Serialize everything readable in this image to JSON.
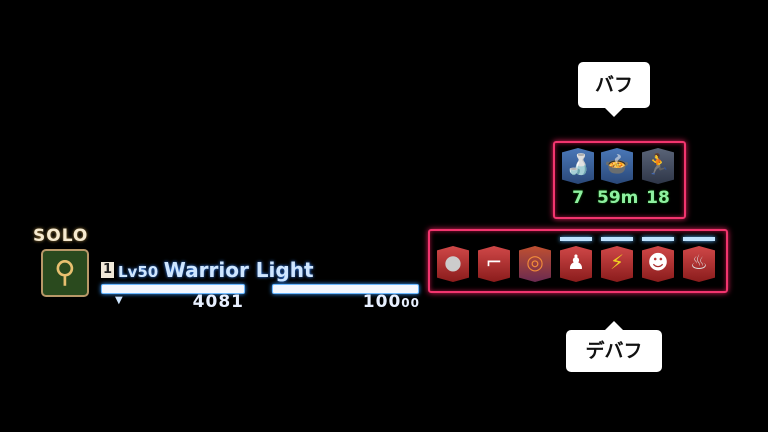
{
  "callouts": {
    "buff": "バフ",
    "debuff": "デバフ"
  },
  "player": {
    "party_status": "SOLO",
    "party_number": "1",
    "level": "Lv50",
    "name": "Warrior Light",
    "hp": "4081",
    "mp_main": "100",
    "mp_small": "00",
    "hp_fraction": 1.0,
    "mp_fraction": 1.0
  },
  "buffs": [
    {
      "icon": "potion-icon",
      "timer": "7"
    },
    {
      "icon": "food-icon",
      "timer": "59m"
    },
    {
      "icon": "sprint-icon",
      "timer": "18"
    }
  ],
  "debuffs": [
    {
      "icon": "petrify-icon"
    },
    {
      "icon": "heavy-icon"
    },
    {
      "icon": "confusion-icon"
    },
    {
      "icon": "bind-icon"
    },
    {
      "icon": "paralysis-icon"
    },
    {
      "icon": "blind-icon"
    },
    {
      "icon": "poison-icon"
    }
  ],
  "colors": {
    "highlight": "#f2356e",
    "timer": "#8ef0a0",
    "name": "#cfe6ff"
  }
}
